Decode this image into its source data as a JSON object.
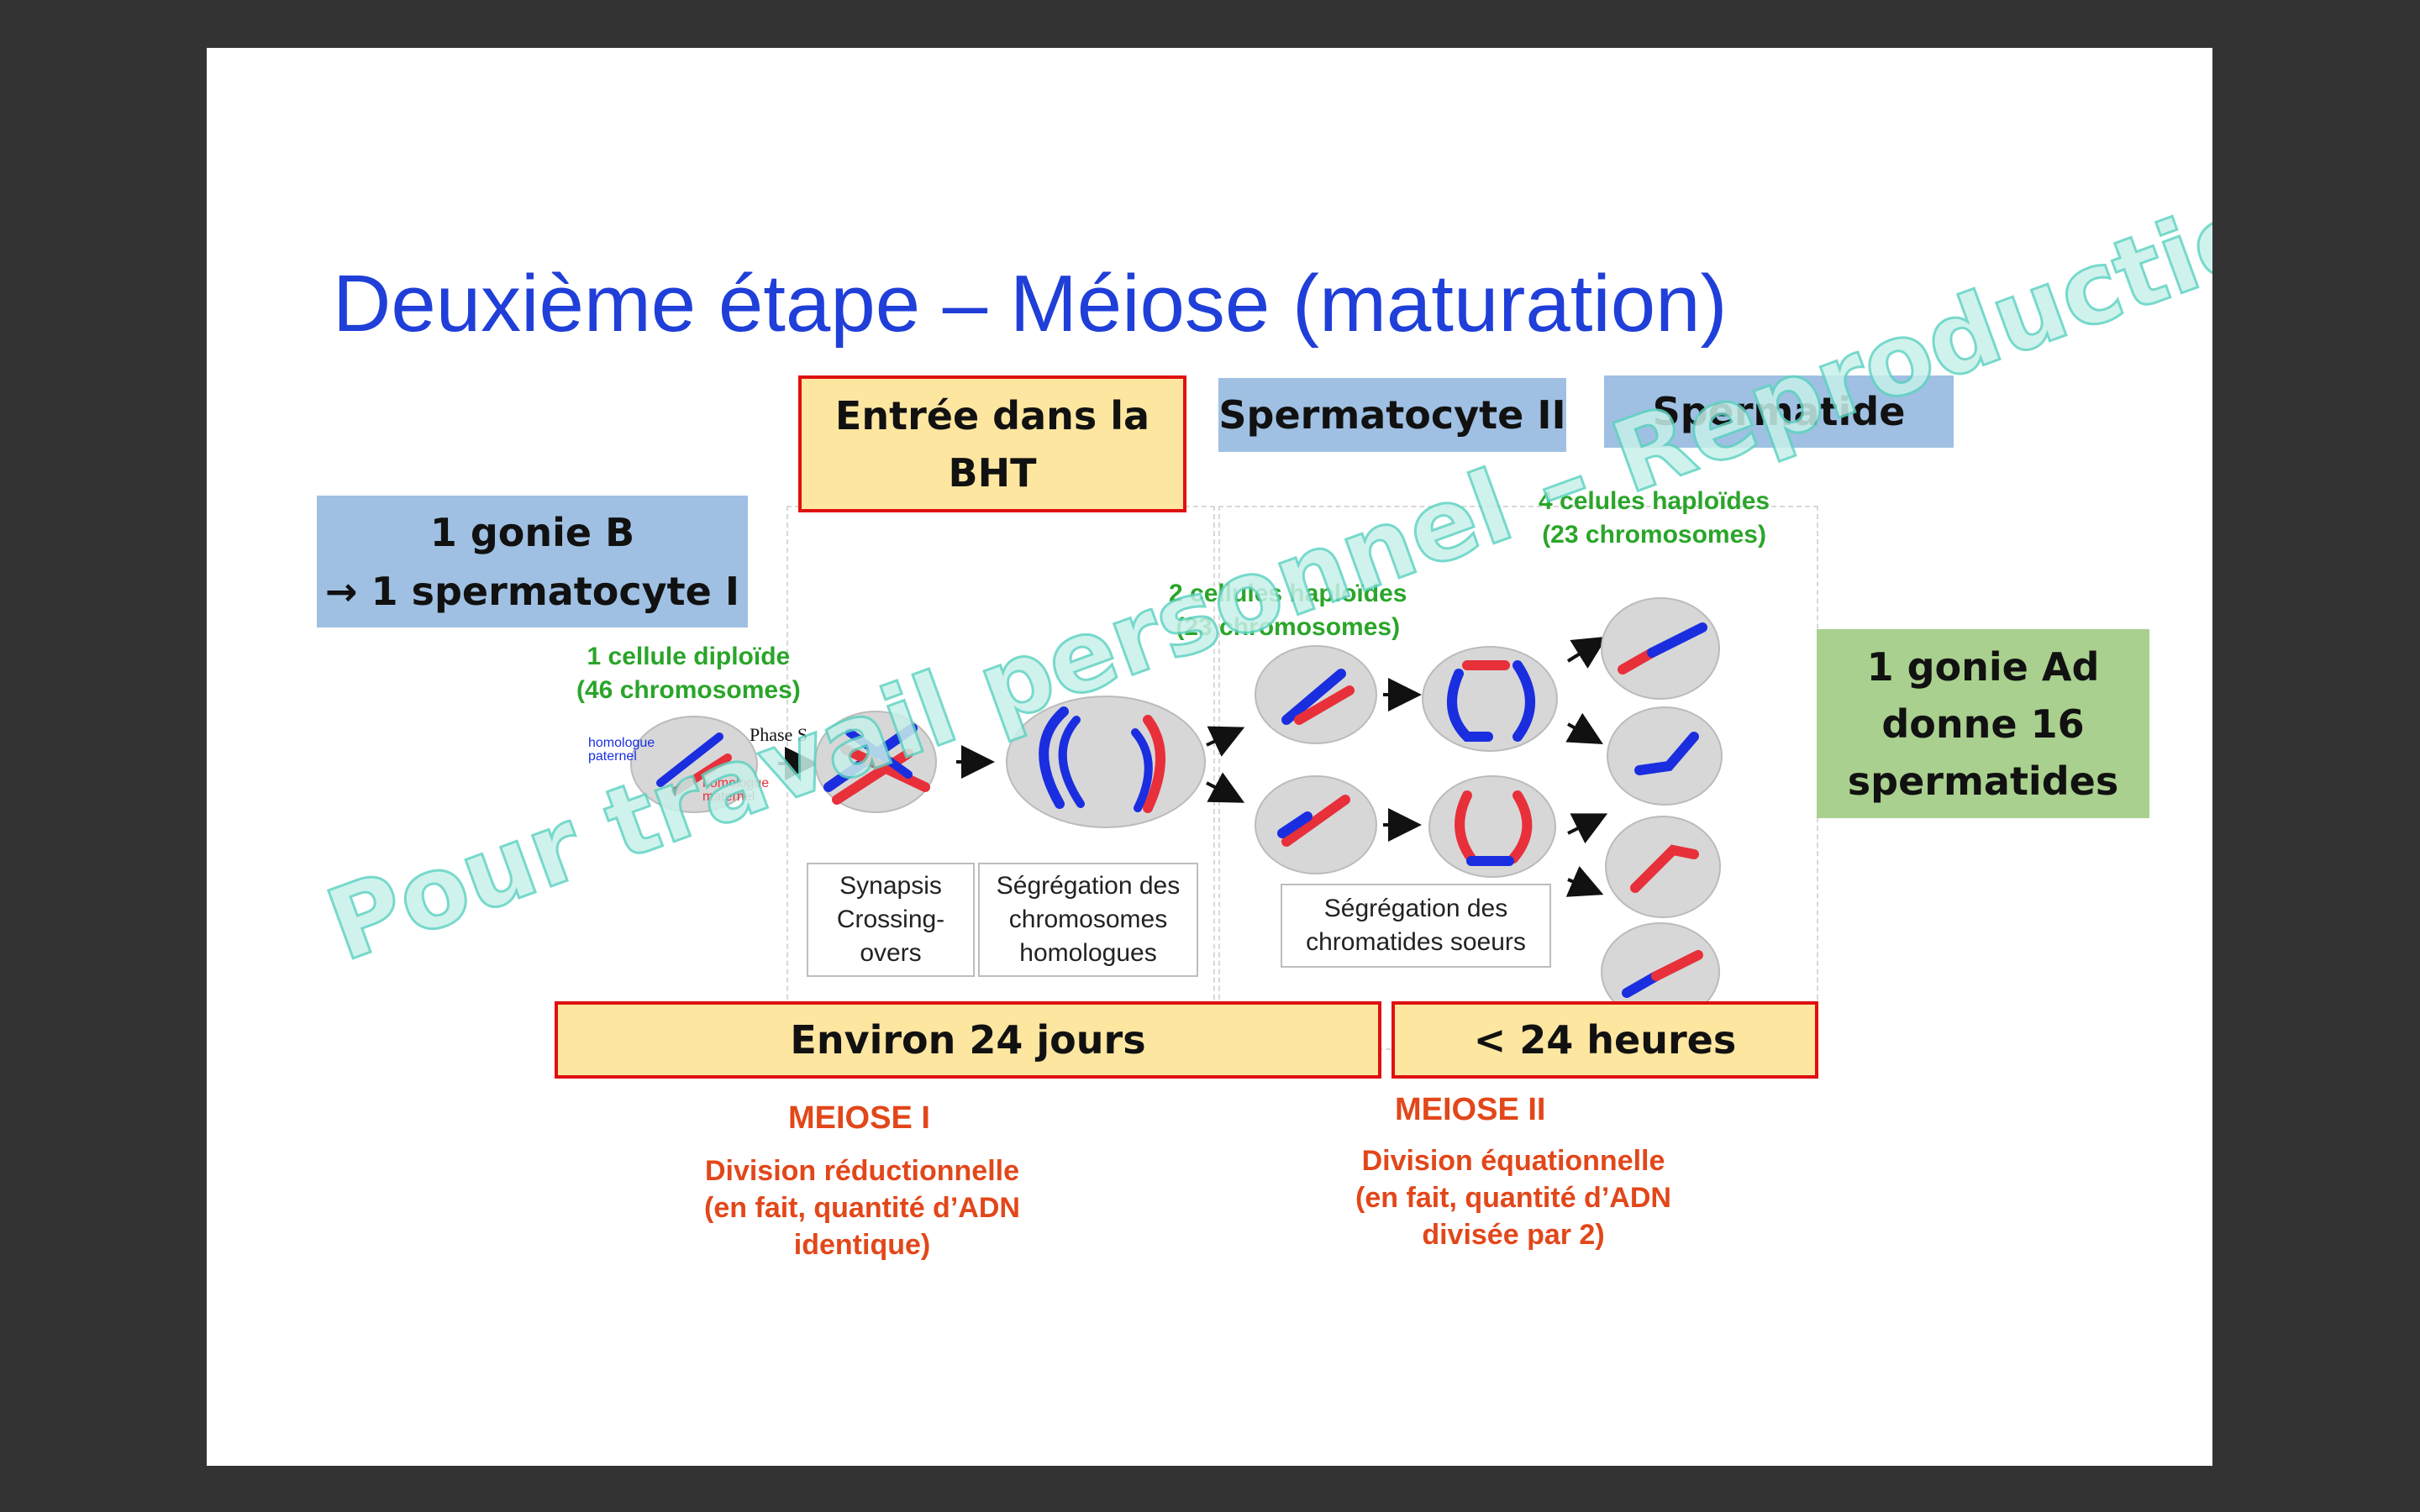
{
  "slide": {
    "title": "Deuxième étape – Méiose (maturation)",
    "boxes": {
      "gonie_b": "1 gonie B",
      "spermatocyte_i": "→ 1 spermatocyte I",
      "entree_bht": "Entrée dans la BHT",
      "spermatocyte_ii": "Spermatocyte II",
      "spermatide": "Spermatide",
      "gonie_ad": "1 gonie Ad donne 16 spermatides",
      "duree_meiose_i": "Environ 24 jours",
      "duree_meiose_ii": "< 24 heures"
    },
    "figure": {
      "cell_diploid_line1": "1 cellule diploïde",
      "cell_diploid_line2": "(46 chromosomes)",
      "homologue_paternel": "homologue paternel",
      "homologue_maternel": "homologue maternel",
      "phase_s": "Phase S",
      "cells_haploid_2_line1": "2 cellules haploïdes",
      "cells_haploid_2_line2": "(23 chromosomes)",
      "cells_haploid_4_line1": "4 celules haploïdes",
      "cells_haploid_4_line2": "(23 chromosomes)",
      "caption_synapsis": "Synapsis Crossing-overs",
      "caption_segregation_homologues": "Ségrégation des chromosomes homologues",
      "caption_segregation_chromatides": "Ségrégation des chromatides soeurs",
      "meiose_i_title": "MEIOSE I",
      "meiose_i_desc_line1": "Division réductionnelle",
      "meiose_i_desc_line2": "(en fait, quantité d’ADN",
      "meiose_i_desc_line3": "identique)",
      "meiose_ii_title": "MEIOSE II",
      "meiose_ii_desc_line1": "Division équationnelle",
      "meiose_ii_desc_line2": "(en fait, quantité d’ADN",
      "meiose_ii_desc_line3": "divisée par 2)"
    },
    "watermark": "Pour travail personnel – Reproduction Interdite",
    "colors": {
      "title": "#1f3fd8",
      "paternal": "#1a2ee0",
      "maternal": "#e8303a",
      "green_label": "#2aa52a",
      "red_label": "#e2471a"
    }
  }
}
